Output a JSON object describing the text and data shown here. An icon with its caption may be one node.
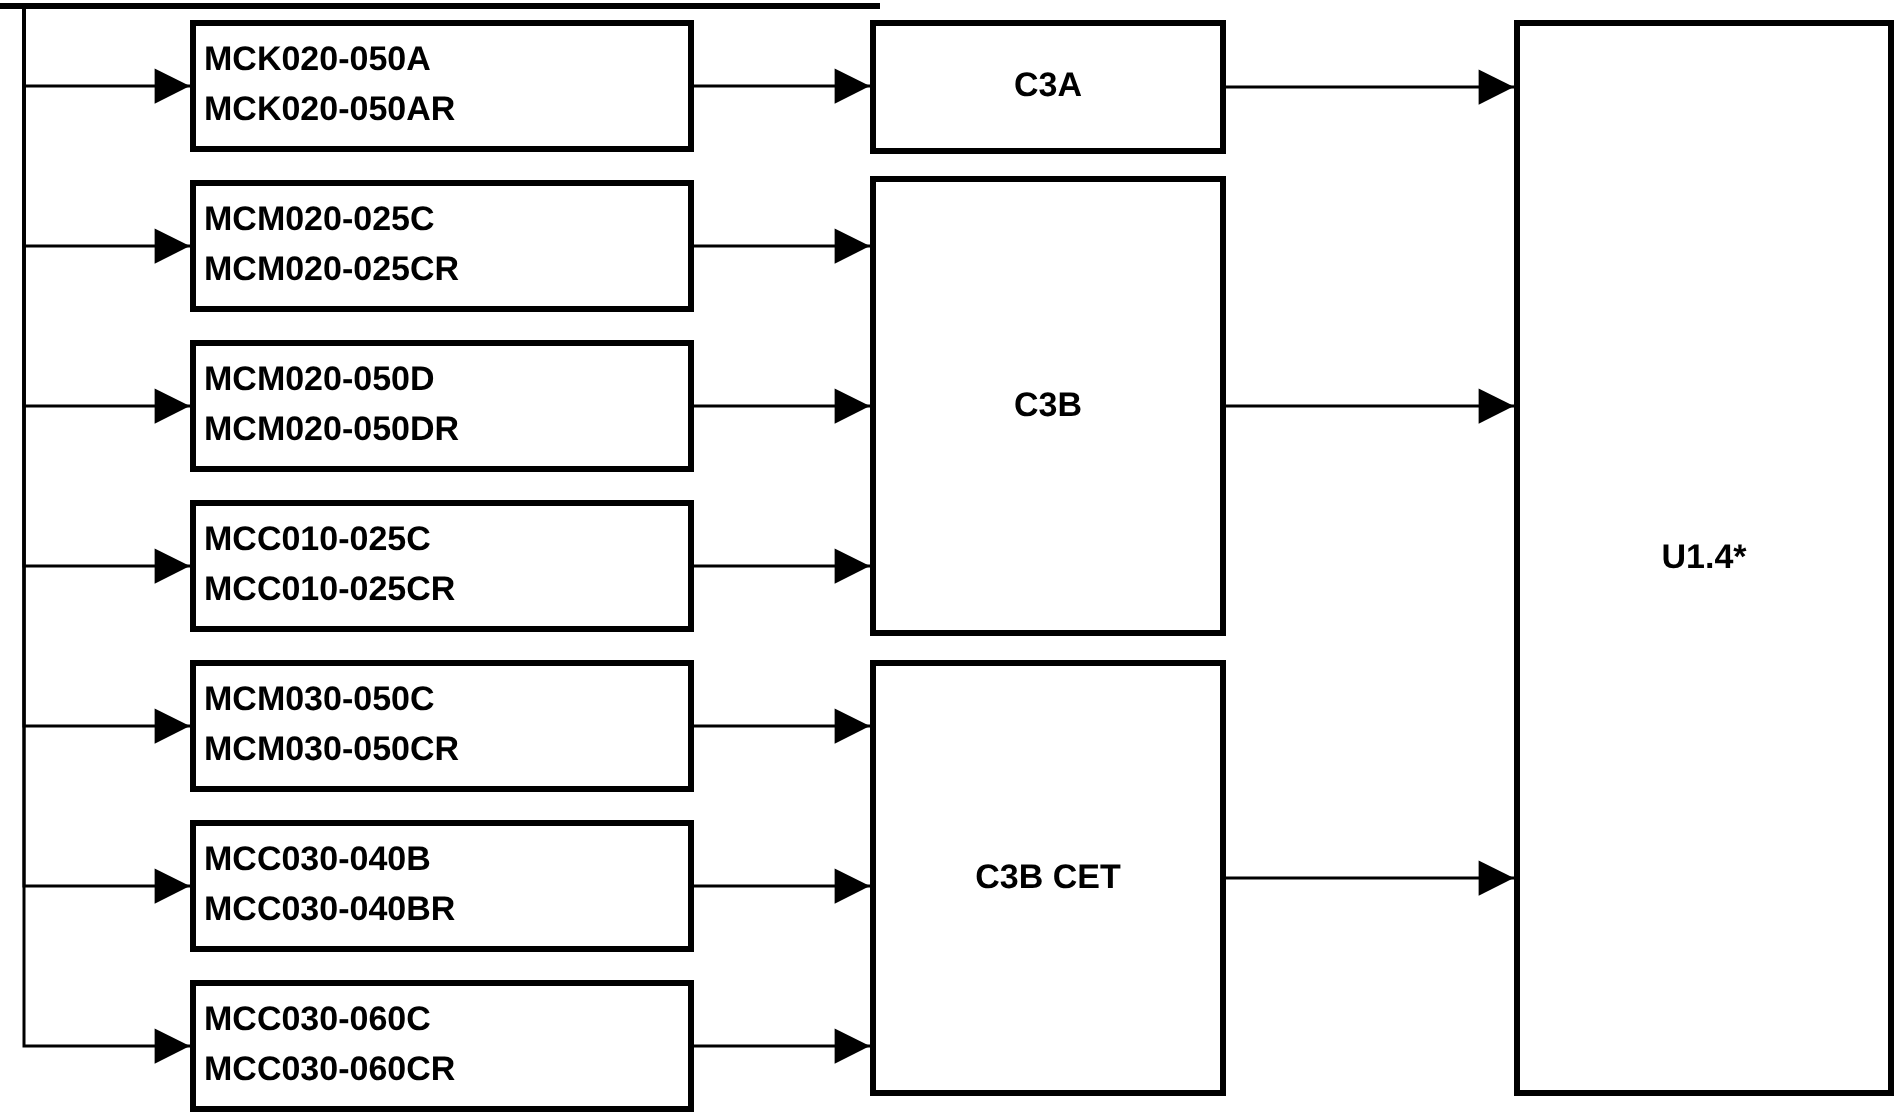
{
  "diagram": {
    "nodes": [
      {
        "text": [
          "MCK020-050A",
          "MCK020-050AR"
        ]
      },
      {
        "text": [
          "MCM020-025C",
          "MCM020-025CR"
        ]
      },
      {
        "text": [
          "MCM020-050D",
          "MCM020-050DR"
        ]
      },
      {
        "text": [
          "MCC010-025C",
          "MCC010-025CR"
        ]
      },
      {
        "text": [
          "MCM030-050C",
          "MCM030-050CR"
        ]
      },
      {
        "text": [
          "MCC030-040B",
          "MCC030-040BR"
        ]
      },
      {
        "text": [
          "MCC030-060C",
          "MCC030-060CR"
        ]
      },
      {
        "text": [
          "C3A"
        ]
      },
      {
        "text": [
          "C3B"
        ]
      },
      {
        "text": [
          "C3B CET"
        ]
      },
      {
        "text": [
          "U1.4*"
        ]
      }
    ],
    "edges": [
      {
        "from": null,
        "to": 0,
        "arrow": "to"
      },
      {
        "from": null,
        "to": 1,
        "arrow": "to"
      },
      {
        "from": null,
        "to": 2,
        "arrow": "to"
      },
      {
        "from": null,
        "to": 3,
        "arrow": "to"
      },
      {
        "from": null,
        "to": 4,
        "arrow": "to"
      },
      {
        "from": null,
        "to": 5,
        "arrow": "to"
      },
      {
        "from": null,
        "to": 6,
        "arrow": "to"
      },
      {
        "from": 0,
        "to": 7,
        "arrow": "to"
      },
      {
        "from": 1,
        "to": 8,
        "arrow": "to"
      },
      {
        "from": 2,
        "to": 8,
        "arrow": "to"
      },
      {
        "from": 3,
        "to": 8,
        "arrow": "to"
      },
      {
        "from": 4,
        "to": 9,
        "arrow": "to"
      },
      {
        "from": 5,
        "to": 9,
        "arrow": "to"
      },
      {
        "from": 6,
        "to": 9,
        "arrow": "to"
      },
      {
        "from": 7,
        "to": 10,
        "arrow": "to"
      },
      {
        "from": 8,
        "to": 10,
        "arrow": "to"
      },
      {
        "from": 9,
        "to": 10,
        "arrow": "to"
      }
    ]
  }
}
